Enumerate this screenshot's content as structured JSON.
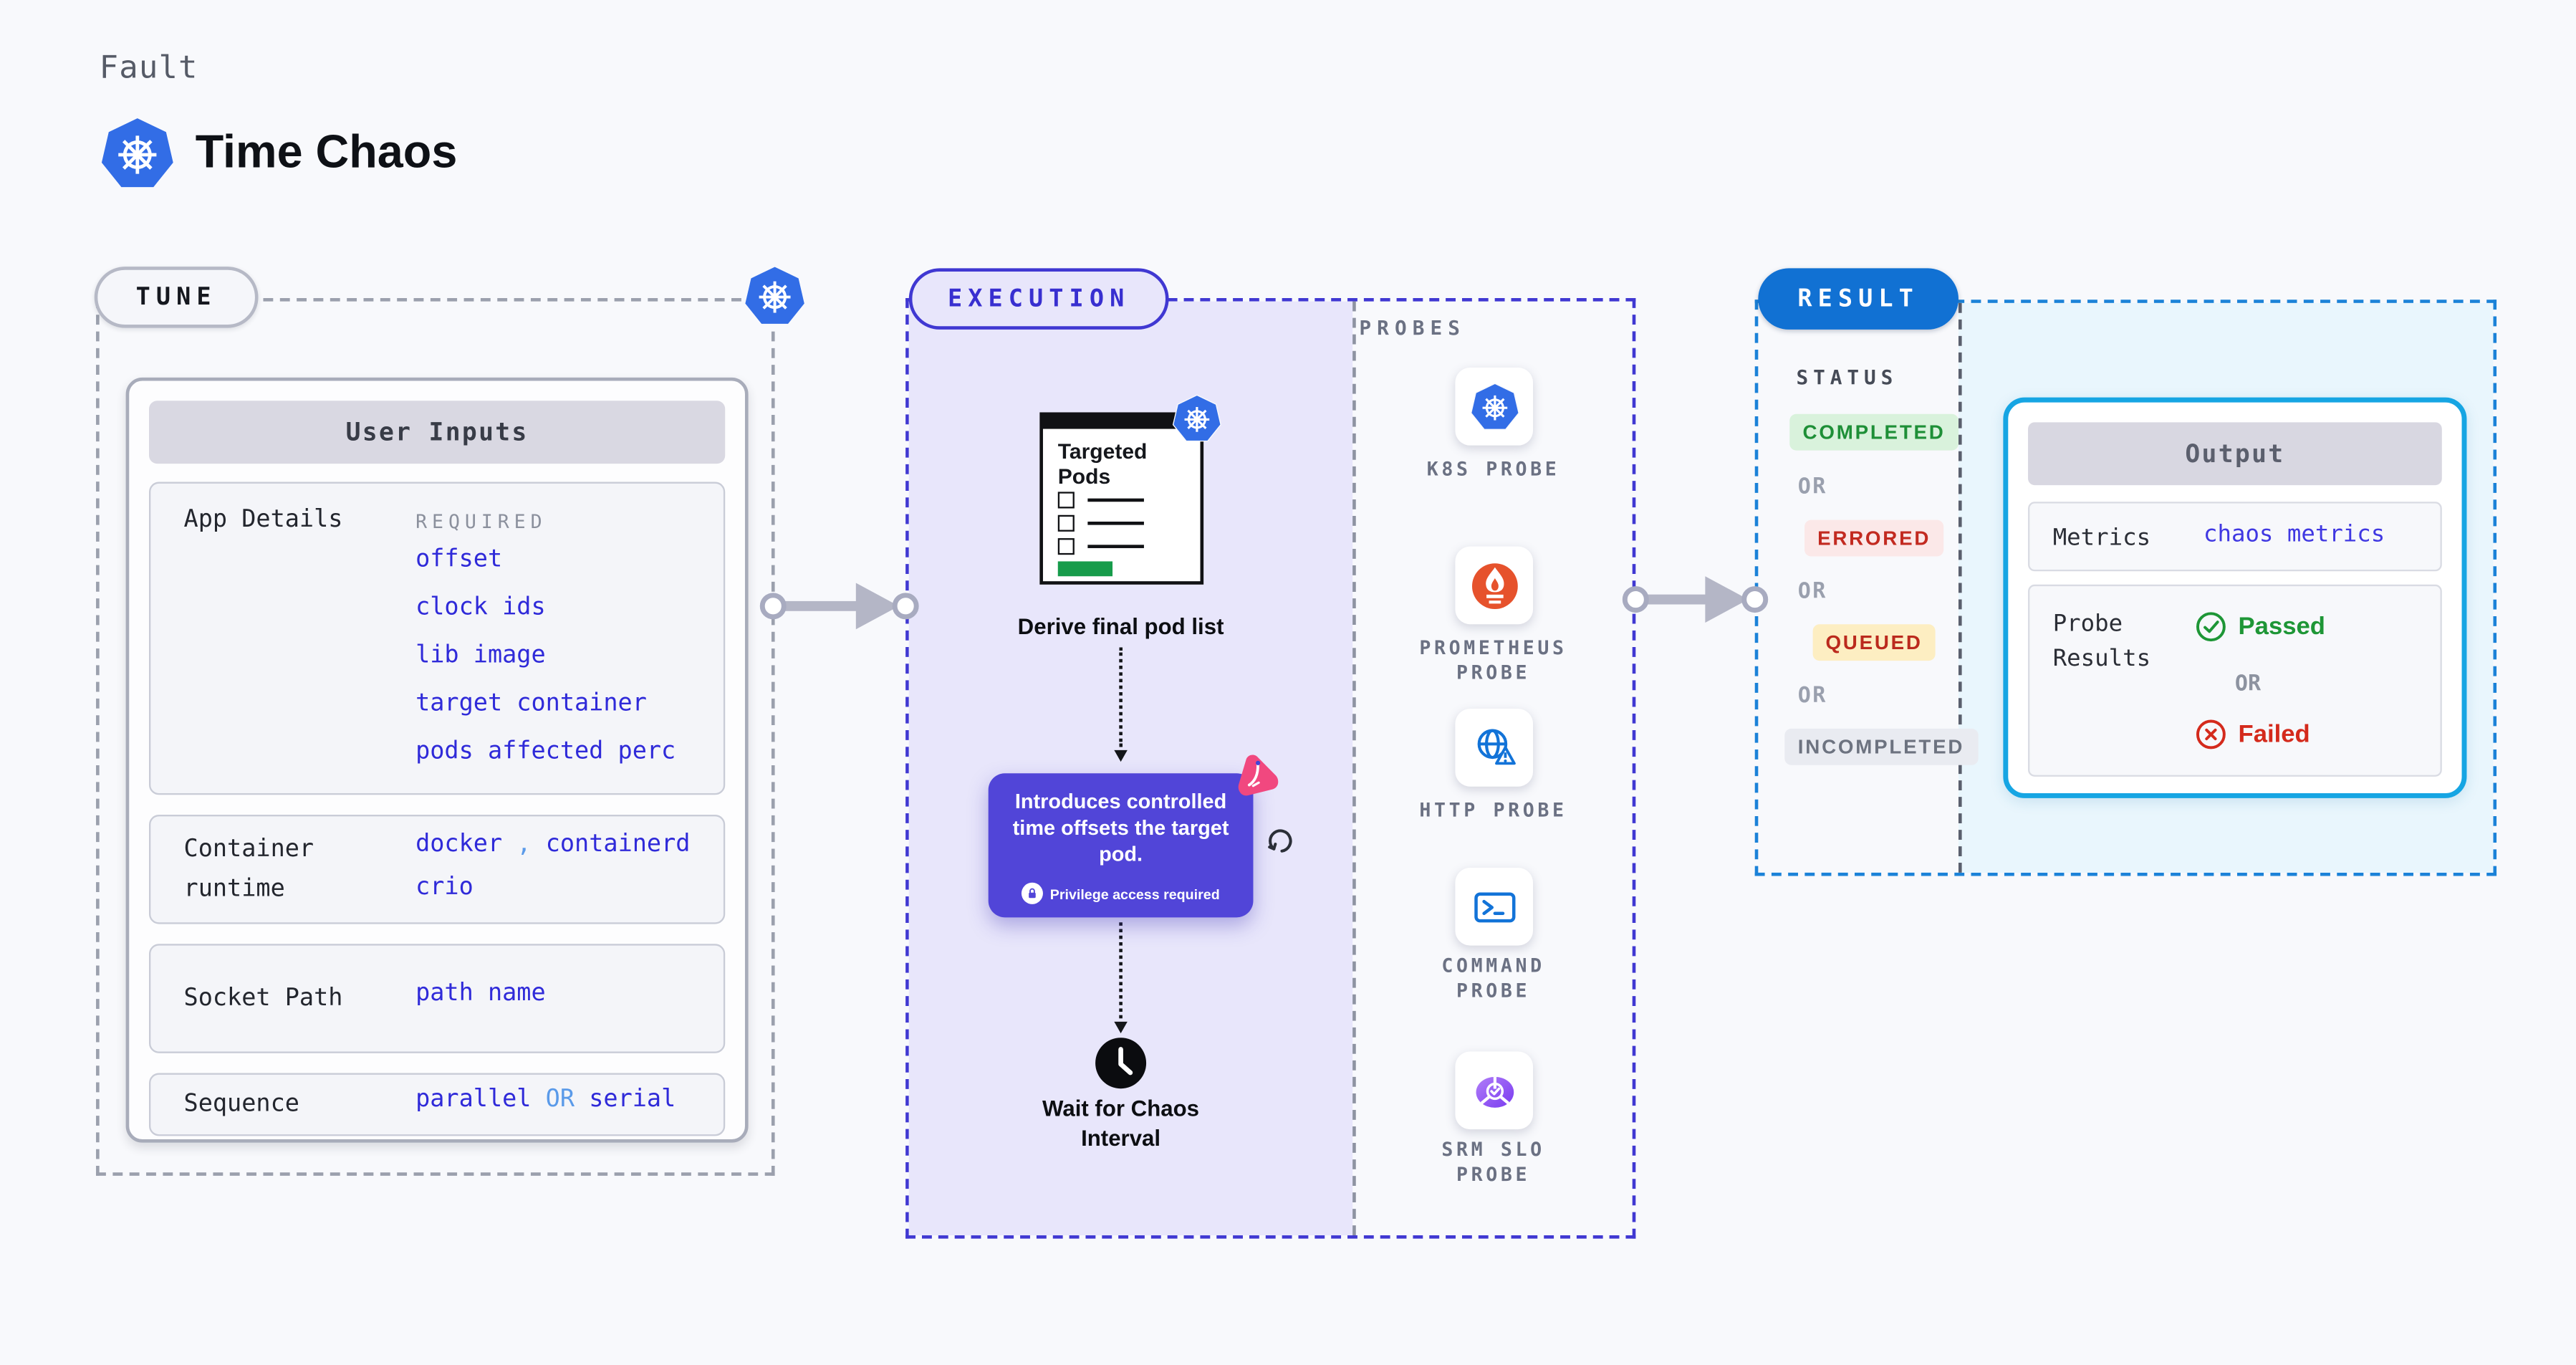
{
  "header": {
    "kicker": "Fault",
    "title": "Time Chaos"
  },
  "tune": {
    "label": "TUNE",
    "card_title": "User Inputs",
    "row1": {
      "label": "App Details",
      "tag": "REQUIRED",
      "values": [
        "offset",
        "clock ids",
        "lib image",
        "target container",
        "pods affected perc"
      ]
    },
    "row2": {
      "label": "Container runtime",
      "v1": "docker",
      "sep": ",",
      "v2": "containerd",
      "v3": "crio"
    },
    "row3": {
      "label": "Socket Path",
      "value": "path name"
    },
    "row4": {
      "label": "Sequence",
      "a": "parallel",
      "or": "OR",
      "b": "serial"
    }
  },
  "execution": {
    "label": "EXECUTION",
    "pod_card": {
      "title": "Targeted Pods"
    },
    "step1": "Derive final pod list",
    "tooltip": {
      "text": "Introduces controlled time offsets the target pod.",
      "badge": "Privilege access required"
    },
    "step2": "Wait for Chaos Interval"
  },
  "probes": {
    "label": "PROBES",
    "items": [
      "K8S PROBE",
      "PROMETHEUS PROBE",
      "HTTP PROBE",
      "COMMAND PROBE",
      "SRM SLO PROBE"
    ]
  },
  "result": {
    "label": "RESULT",
    "status_label": "STATUS",
    "or": "OR",
    "badges": [
      "COMPLETED",
      "ERRORED",
      "QUEUED",
      "INCOMPLETED"
    ],
    "output": {
      "title": "Output",
      "metrics_label": "Metrics",
      "metrics_value": "chaos metrics",
      "probe_results_label": "Probe Results",
      "passed": "Passed",
      "failed": "Failed"
    }
  },
  "colors": {
    "k8s_blue": "#326de6",
    "execution_indigo": "#4038d2",
    "result_blue": "#1171d3",
    "output_border": "#16a5e3",
    "link_blue": "#2f2ad9",
    "accent_light_blue": "#5a9ae9",
    "tooltip_purple": "#5145d8",
    "litmus_pink": "#f1487f",
    "prometheus_orange": "#e6522c",
    "passed_green": "#1e9636",
    "failed_red": "#d42a1c"
  }
}
